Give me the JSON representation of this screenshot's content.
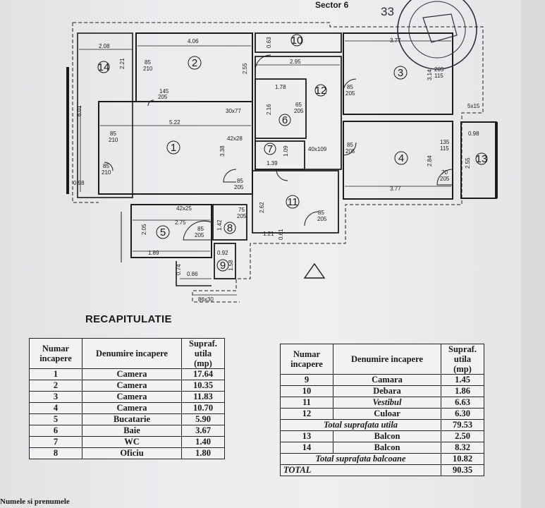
{
  "header": {
    "sector": "Sector 6"
  },
  "rooms": {
    "r1": "1",
    "r2": "2",
    "r3": "3",
    "r4": "4",
    "r5": "5",
    "r6": "6",
    "r7": "7",
    "r8": "8",
    "r9": "9",
    "r10": "10",
    "r11": "11",
    "r12": "12",
    "r13": "13",
    "r14": "14"
  },
  "dims": {
    "d208": "2.08",
    "d406": "4.06",
    "d377a": "3.77",
    "d377b": "3.77",
    "d221": "2.21",
    "d255": "2.55",
    "d601": "6.01",
    "d522": "5.22",
    "d338": "3.38",
    "d098a": "0.98",
    "d098b": "0.98",
    "d295": "2.95",
    "d063": "0.63",
    "d178": "1.78",
    "d216": "2.16",
    "d314": "3.14",
    "d284": "2.84",
    "d255b": "2.55",
    "d139": "1.39",
    "d109": "1.09",
    "d262": "2.62",
    "d275": "2.75",
    "d205": "2.05",
    "d142": "1.42",
    "d189": "1.89",
    "d092": "0.92",
    "d121": "1.21",
    "d061": "0.61",
    "d074": "0.74",
    "d086": "0.86",
    "d158": "1.58",
    "o30x77": "30x77",
    "o42x28": "42x28",
    "o40x109": "40x109",
    "o42x25": "42x25",
    "o5x15": "5x15",
    "o86x30": "86x30",
    "dr1": "85",
    "dr1b": "210",
    "dr2": "85",
    "dr2b": "210",
    "dr3": "85",
    "dr3b": "210",
    "dr4": "85",
    "dr4b": "205",
    "dr5": "85",
    "dr5b": "205",
    "dr6": "85",
    "dr6b": "205",
    "dr7": "135",
    "dr7b": "115",
    "dr8": "70",
    "dr8b": "205",
    "dr9": "85",
    "dr9b": "205",
    "dr10": "75",
    "dr10b": "205",
    "dr11": "65",
    "dr11b": "205",
    "dr12": "205",
    "dr12b": "115",
    "dr13": "145",
    "dr13b": "205",
    "dr14": "85",
    "dr14b": "205"
  },
  "stamp": {
    "number": "33"
  },
  "recap_title": "RECAPITULATIE",
  "table_headers": {
    "nr": "Numar incapere",
    "name": "Denumire incapere",
    "area": "Supraf. utila (mp)"
  },
  "table1": [
    {
      "nr": "1",
      "name": "Camera",
      "area": "17.64"
    },
    {
      "nr": "2",
      "name": "Camera",
      "area": "10.35"
    },
    {
      "nr": "3",
      "name": "Camera",
      "area": "11.83"
    },
    {
      "nr": "4",
      "name": "Camera",
      "area": "10.70"
    },
    {
      "nr": "5",
      "name": "Bucatarie",
      "area": "5.90"
    },
    {
      "nr": "6",
      "name": "Baie",
      "area": "3.67"
    },
    {
      "nr": "7",
      "name": "WC",
      "area": "1.40"
    },
    {
      "nr": "8",
      "name": "Oficiu",
      "area": "1.80"
    }
  ],
  "table2": [
    {
      "nr": "9",
      "name": "Camara",
      "area": "1.45"
    },
    {
      "nr": "10",
      "name": "Debara",
      "area": "1.86"
    },
    {
      "nr": "11",
      "name": "Vestibul",
      "area": "6.63"
    },
    {
      "nr": "12",
      "name": "Culoar",
      "area": "6.30"
    }
  ],
  "table2_total_util": {
    "label": "Total suprafata utila",
    "area": "79.53"
  },
  "table2_balcony": [
    {
      "nr": "13",
      "name": "Balcon",
      "area": "2.50"
    },
    {
      "nr": "14",
      "name": "Balcon",
      "area": "8.32"
    }
  ],
  "table2_total_balc": {
    "label": "Total suprafata balcoane",
    "area": "10.82"
  },
  "table2_total": {
    "label": "TOTAL",
    "area": "90.35"
  },
  "footer": {
    "note": "Numele si prenumele"
  }
}
